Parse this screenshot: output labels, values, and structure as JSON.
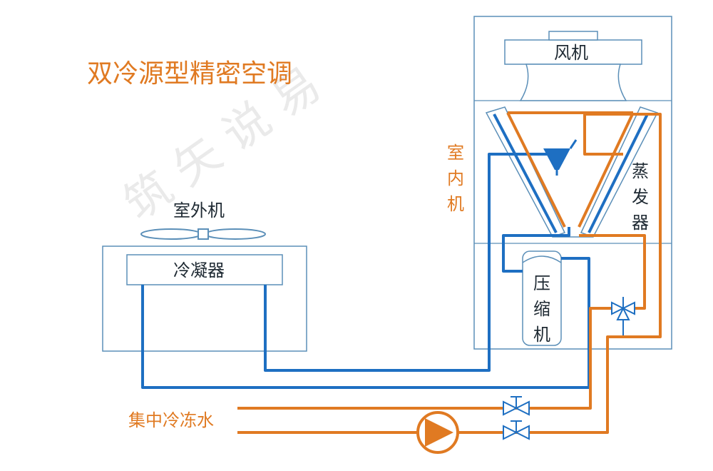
{
  "title": "双冷源型精密空调",
  "outdoor_unit": {
    "label": "室外机",
    "condenser_label": "冷凝器"
  },
  "indoor_unit": {
    "label_chars": [
      "室",
      "内",
      "机"
    ],
    "fan_label": "风机",
    "evaporator_chars": [
      "蒸",
      "发",
      "器"
    ],
    "compressor_chars": [
      "压",
      "缩",
      "机"
    ]
  },
  "chilled_water_label": "集中冷冻水",
  "watermark": "筑 矢 说 易",
  "colors": {
    "refrigerant_line": "#1e6fc2",
    "water_line": "#e07a22",
    "outline": "#5b8fb8",
    "title": "#e07a22"
  },
  "icons": [
    "fan-icon",
    "expansion-valve-icon",
    "three-way-valve-icon",
    "gate-valve-icon",
    "pump-icon"
  ]
}
